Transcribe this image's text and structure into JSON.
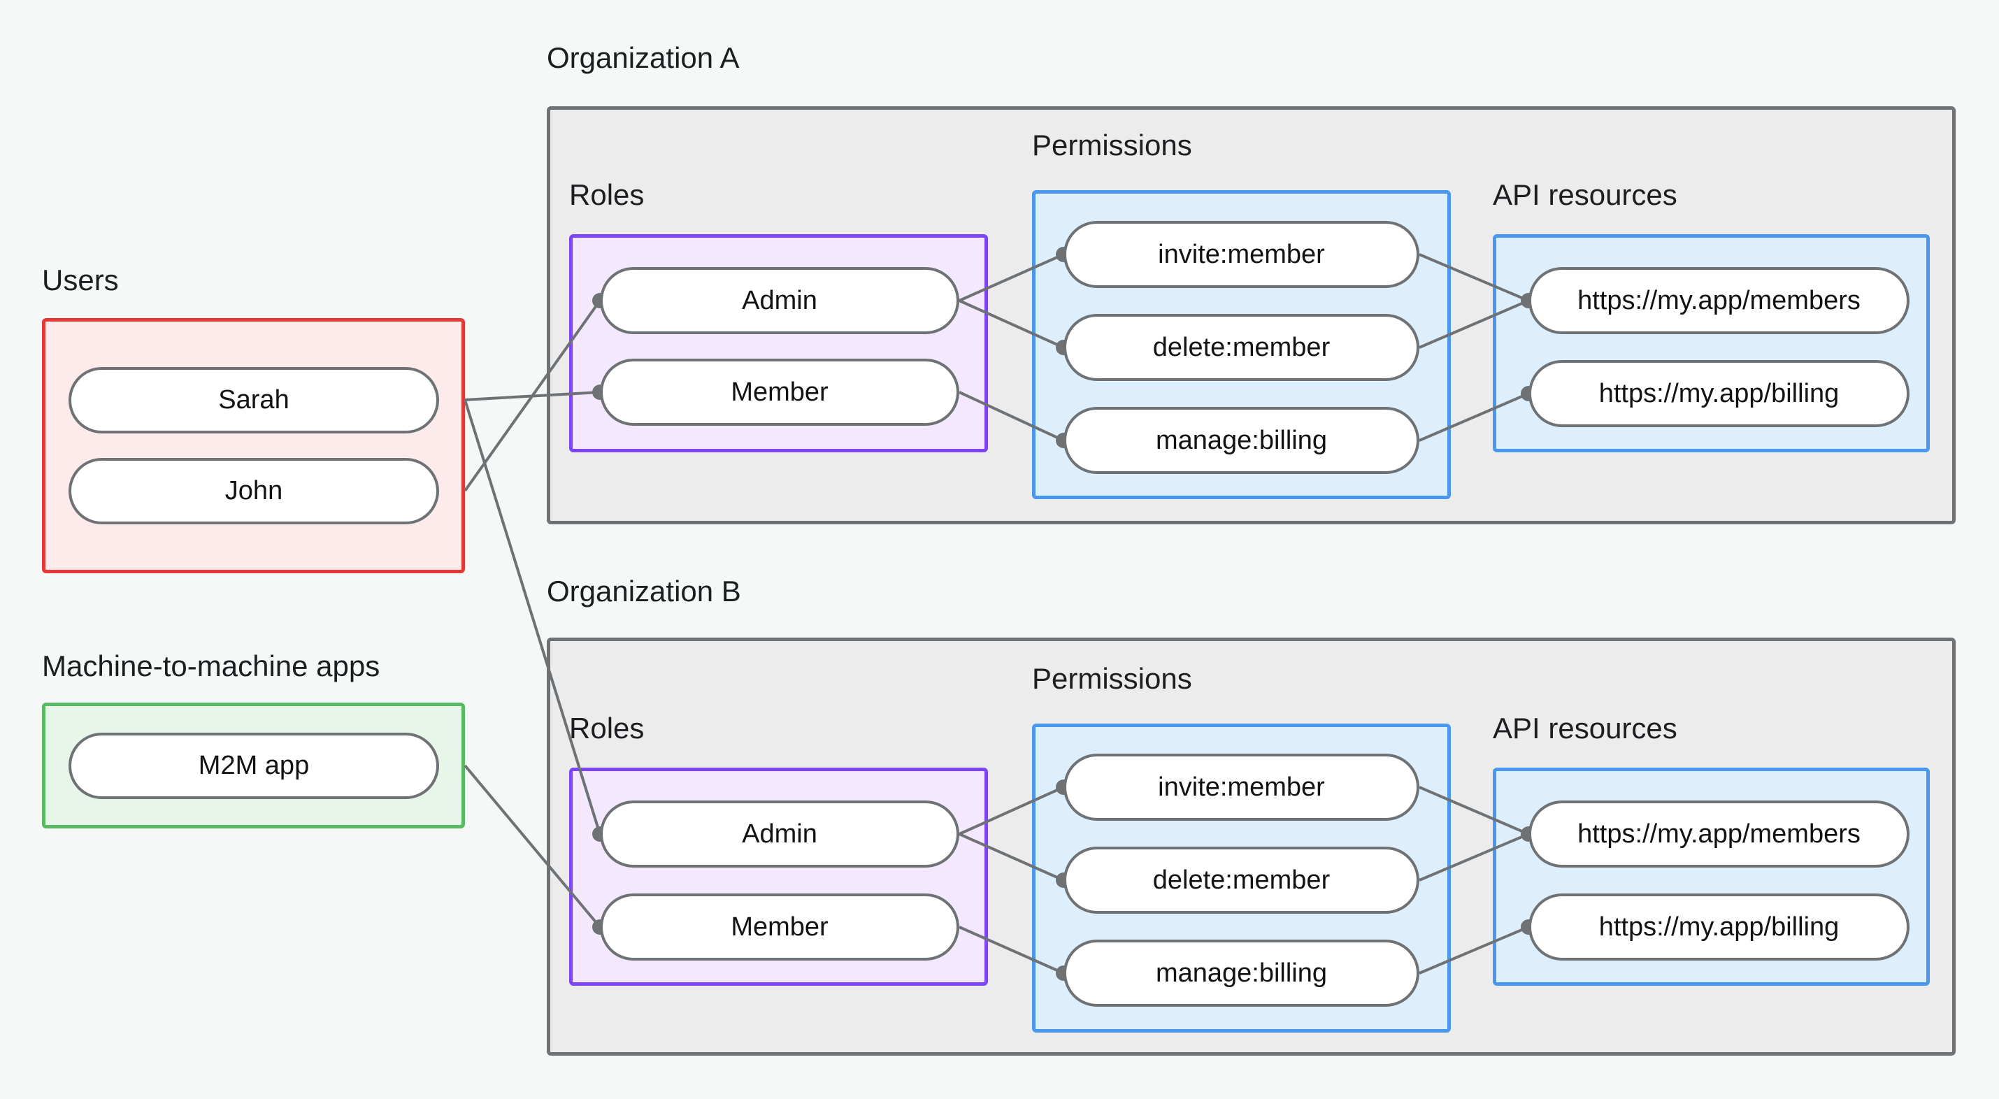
{
  "sections": {
    "users": {
      "label": "Users",
      "items": [
        {
          "label": "Sarah"
        },
        {
          "label": "John"
        }
      ]
    },
    "m2m": {
      "label": "Machine-to-machine apps",
      "items": [
        {
          "label": "M2M app"
        }
      ]
    },
    "org_a": {
      "label": "Organization A",
      "roles": {
        "label": "Roles",
        "items": [
          {
            "label": "Admin"
          },
          {
            "label": "Member"
          }
        ]
      },
      "permissions": {
        "label": "Permissions",
        "items": [
          {
            "label": "invite:member"
          },
          {
            "label": "delete:member"
          },
          {
            "label": "manage:billing"
          }
        ]
      },
      "api_resources": {
        "label": "API resources",
        "items": [
          {
            "label": "https://my.app/members"
          },
          {
            "label": "https://my.app/billing"
          }
        ]
      }
    },
    "org_b": {
      "label": "Organization B",
      "roles": {
        "label": "Roles",
        "items": [
          {
            "label": "Admin"
          },
          {
            "label": "Member"
          }
        ]
      },
      "permissions": {
        "label": "Permissions",
        "items": [
          {
            "label": "invite:member"
          },
          {
            "label": "delete:member"
          },
          {
            "label": "manage:billing"
          }
        ]
      },
      "api_resources": {
        "label": "API resources",
        "items": [
          {
            "label": "https://my.app/members"
          },
          {
            "label": "https://my.app/billing"
          }
        ]
      }
    }
  },
  "colors": {
    "background": "#f6f8f8",
    "users_border": "#e53935",
    "users_fill": "#fdeaea",
    "m2m_border": "#59ba63",
    "m2m_fill": "#e8f5e9",
    "org_border": "#6e7275",
    "org_fill": "#ececec",
    "roles_border": "#7c45f5",
    "roles_fill": "#f3e8fd",
    "permissions_border": "#4a97f0",
    "permissions_fill": "#ddeefc",
    "api_border": "#4a97f0",
    "api_fill": "#ddeefc",
    "node_border": "#6e7275",
    "node_fill": "#ffffff",
    "link": "#6e7275",
    "text": "#1c1e21"
  },
  "connections": [
    {
      "from": "users.sarah",
      "to": "org_a.roles.member"
    },
    {
      "from": "users.sarah",
      "to": "org_b.roles.admin"
    },
    {
      "from": "users.john",
      "to": "org_a.roles.admin"
    },
    {
      "from": "m2m.app",
      "to": "org_b.roles.member"
    },
    {
      "from": "org_a.roles.admin",
      "to": "org_a.permissions.invite_member"
    },
    {
      "from": "org_a.roles.admin",
      "to": "org_a.permissions.delete_member"
    },
    {
      "from": "org_a.roles.member",
      "to": "org_a.permissions.manage_billing"
    },
    {
      "from": "org_a.permissions.invite_member",
      "to": "org_a.api.members"
    },
    {
      "from": "org_a.permissions.delete_member",
      "to": "org_a.api.members"
    },
    {
      "from": "org_a.permissions.manage_billing",
      "to": "org_a.api.billing"
    },
    {
      "from": "org_b.roles.admin",
      "to": "org_b.permissions.invite_member"
    },
    {
      "from": "org_b.roles.admin",
      "to": "org_b.permissions.delete_member"
    },
    {
      "from": "org_b.roles.member",
      "to": "org_b.permissions.manage_billing"
    },
    {
      "from": "org_b.permissions.invite_member",
      "to": "org_b.api.members"
    },
    {
      "from": "org_b.permissions.delete_member",
      "to": "org_b.api.members"
    },
    {
      "from": "org_b.permissions.manage_billing",
      "to": "org_b.api.billing"
    }
  ]
}
